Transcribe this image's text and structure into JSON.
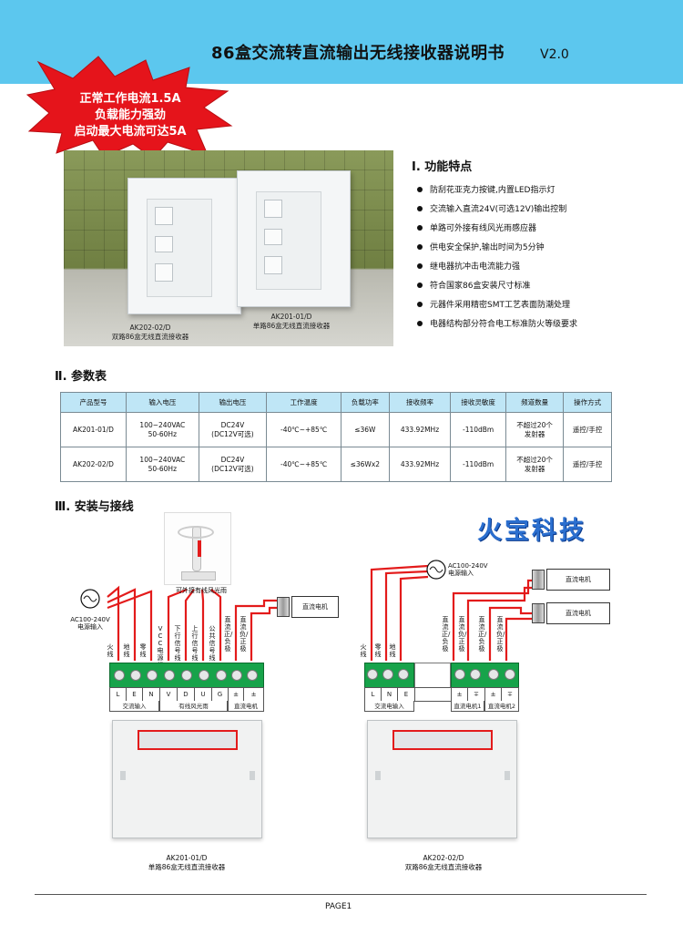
{
  "header": {
    "title": "86盒交流转直流输出无线接收器说明书",
    "version": "V2.0"
  },
  "colors": {
    "header": "#5cc7ee",
    "burst": "#e5141b",
    "wire": "#e31b1b",
    "terminal": "#17a34a",
    "table_head": "#bfe6f6",
    "brand": "#2b6fcf"
  },
  "burst": {
    "line1": "正常工作电流1.5A",
    "line2": "负载能力强劲",
    "line3": "启动最大电流可达5A"
  },
  "photo": {
    "caption_left_model": "AK202-02/D",
    "caption_left_desc": "双路86盒无线直流接收器",
    "caption_right_model": "AK201-01/D",
    "caption_right_desc": "单路86盒无线直流接收器"
  },
  "features": {
    "title": "Ⅰ. 功能特点",
    "items": [
      "防刮花亚克力按键,内置LED指示灯",
      "交流输入直流24V(可选12V)输出控制",
      "单路可外接有线风光雨感应器",
      "供电安全保护,输出时间为5分钟",
      "继电器抗冲击电流能力强",
      "符合国家86盒安装尺寸标准",
      "元器件采用精密SMT工艺表面防潮处理",
      "电器结构部分符合电工标准防火等级要求"
    ]
  },
  "spec": {
    "title": "Ⅱ. 参数表",
    "headers": [
      "产品型号",
      "输入电压",
      "输出电压",
      "工作温度",
      "负载功率",
      "接收频率",
      "接收灵敏度",
      "频道数量",
      "操作方式"
    ],
    "rows": [
      [
        "AK201-01/D",
        "100~240VAC",
        "50-60Hz",
        "DC24V",
        "(DC12V可选)",
        "-40℃~+85℃",
        "≤36W",
        "433.92MHz",
        "-110dBm",
        "不超过20个",
        "发射器",
        "遥控/手控"
      ],
      [
        "AK202-02/D",
        "100~240VAC",
        "50-60Hz",
        "DC24V",
        "(DC12V可选)",
        "-40℃~+85℃",
        "≤36Wx2",
        "433.92MHz",
        "-110dBm",
        "不超过20个",
        "发射器",
        "遥控/手控"
      ]
    ]
  },
  "install": {
    "title": "Ⅲ. 安装与接线",
    "brand": "火宝科技",
    "left": {
      "sensor_label": "可外接有线风光雨",
      "ac_label_1": "AC100-240V",
      "ac_label_2": "电源输入",
      "motor_label": "直流电机",
      "wires": [
        "火线",
        "地线",
        "零线",
        "VCC电源线",
        "下行信号线",
        "上行信号线",
        "公共信号线",
        "直流正/负极",
        "直流负/正极"
      ],
      "terminals": [
        "L",
        "E",
        "N",
        "V",
        "D",
        "U",
        "G",
        "±",
        "±"
      ],
      "groups": [
        "交流输入",
        "有线风光雨",
        "直流电机"
      ],
      "caption_model": "AK201-01/D",
      "caption_desc": "单路86盒无线直流接收器"
    },
    "right": {
      "ac_label_1": "AC100-240V",
      "ac_label_2": "电源输入",
      "motor1_label": "直流电机",
      "motor2_label": "直流电机",
      "wires": [
        "火线",
        "零线",
        "地线",
        "直流正/负极",
        "直流负/正极",
        "直流正/负极",
        "直流负/正极"
      ],
      "terminals": [
        "L",
        "N",
        "E",
        "±",
        "∓",
        "±",
        "∓"
      ],
      "groups": [
        "交流电输入",
        "直流电机1",
        "直流电机2"
      ],
      "caption_model": "AK202-02/D",
      "caption_desc": "双路86盒无线直流接收器"
    }
  },
  "footer": {
    "page": "PAGE1"
  }
}
